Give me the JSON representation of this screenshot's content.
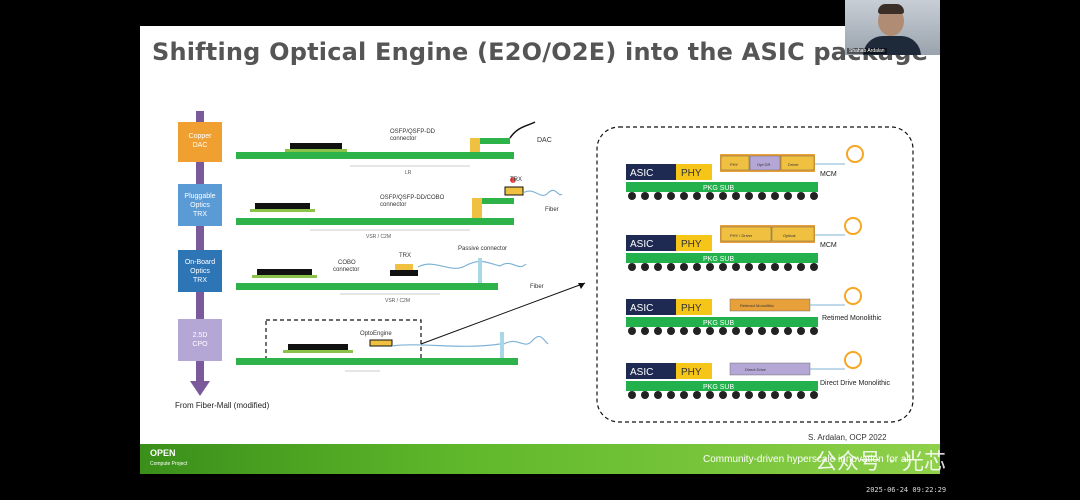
{
  "slide": {
    "title": "Shifting Optical Engine (E2O/O2E) into the ASIC package",
    "source_note": "From Fiber-Mall (modified)",
    "credit": "S. Ardalan, OCP 2022",
    "footer": {
      "logo_main": "OPEN",
      "logo_sub": "Compute Project",
      "tagline": "Community-driven hyperscale innovation for all"
    },
    "stages": [
      {
        "label_lines": [
          "Copper",
          "DAC"
        ],
        "color": "#f0a030"
      },
      {
        "label_lines": [
          "Pluggable",
          "Optics",
          "TRX"
        ],
        "color": "#5b9bd5"
      },
      {
        "label_lines": [
          "On-Board",
          "Optics",
          "TRX"
        ],
        "color": "#2e75b6"
      },
      {
        "label_lines": [
          "2.5D",
          "CPO"
        ],
        "color": "#b4a7d6"
      }
    ],
    "left_labels": {
      "row1_connector": [
        "OSFP/QSFP-DD",
        "connector"
      ],
      "row1_cable": "DAC",
      "row1_reach": "LR",
      "row2_connector": [
        "OSFP/QSFP-DD/COBO",
        "connector"
      ],
      "row2_trx": "TRX",
      "row2_fiber": "Fiber",
      "row2_reach": "VSR / C2M",
      "row3_connector": [
        "COBO",
        "connector"
      ],
      "row3_trx": "TRX",
      "row3_passive": "Passive connector",
      "row3_fiber": "Fiber",
      "row3_reach": "VSR / C2M",
      "row4_engine": "OptoEngine"
    },
    "packages": [
      {
        "asic": "ASIC",
        "phy": "PHY",
        "sub": "PKG SUB",
        "label": "MCM",
        "chips": [
          "PHY",
          "Opt DR",
          "Driver"
        ]
      },
      {
        "asic": "ASIC",
        "phy": "PHY",
        "sub": "PKG SUB",
        "label": "MCM",
        "chips": [
          "PHY / Driver",
          "Optical"
        ]
      },
      {
        "asic": "ASIC",
        "phy": "PHY",
        "sub": "PKG SUB",
        "label": "Retimed Monolithic",
        "chips": [
          "Retimed Monolithic"
        ]
      },
      {
        "asic": "ASIC",
        "phy": "PHY",
        "sub": "PKG SUB",
        "label": "Direct Drive Monolithic",
        "chips": [
          "Direct Drive"
        ]
      }
    ]
  },
  "video": {
    "name": "Shahab Ardalan"
  },
  "watermark": "公众号 · 光芯",
  "timestamp": "2025-06-24 09:22:29",
  "colors": {
    "board": "#2db34a",
    "sub": "#22b14c",
    "asic": "#1f2a52",
    "phy": "#f5c518",
    "chip": "#e8a13a",
    "arrow": "#7a5a9a"
  }
}
